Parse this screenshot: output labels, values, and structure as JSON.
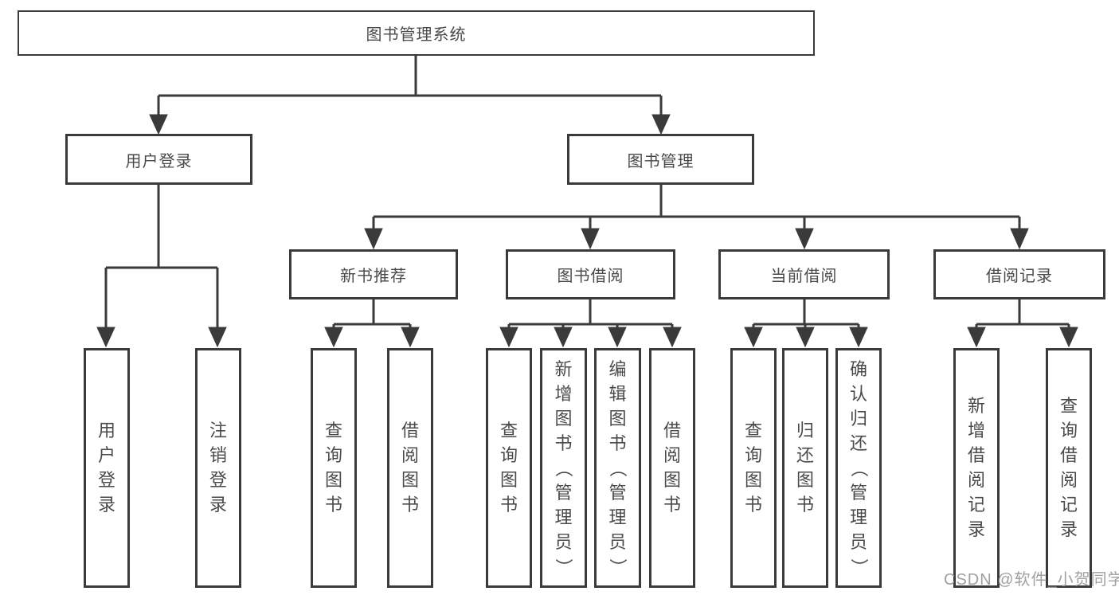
{
  "tree": {
    "root": "图书管理系统",
    "branches": [
      {
        "label": "用户登录",
        "children": [
          {
            "label": "用户登录"
          },
          {
            "label": "注销登录"
          }
        ]
      },
      {
        "label": "图书管理",
        "children": [
          {
            "label": "新书推荐",
            "children": [
              {
                "label": "查询图书"
              },
              {
                "label": "借阅图书"
              }
            ]
          },
          {
            "label": "图书借阅",
            "children": [
              {
                "label": "查询图书"
              },
              {
                "label": "新增图书（管理员）"
              },
              {
                "label": "编辑图书（管理员）"
              },
              {
                "label": "借阅图书"
              }
            ]
          },
          {
            "label": "当前借阅",
            "children": [
              {
                "label": "查询图书"
              },
              {
                "label": "归还图书"
              },
              {
                "label": "确认归还（管理员）"
              }
            ]
          },
          {
            "label": "借阅记录",
            "children": [
              {
                "label": "新增借阅记录"
              },
              {
                "label": "查询借阅记录"
              }
            ]
          }
        ]
      }
    ]
  },
  "watermark": "CSDN @软件_小贺同学",
  "colors": {
    "line": "#3a3a3a",
    "text": "#4a4a4a",
    "watermark": "#9b9b9b",
    "background": "#ffffff"
  }
}
